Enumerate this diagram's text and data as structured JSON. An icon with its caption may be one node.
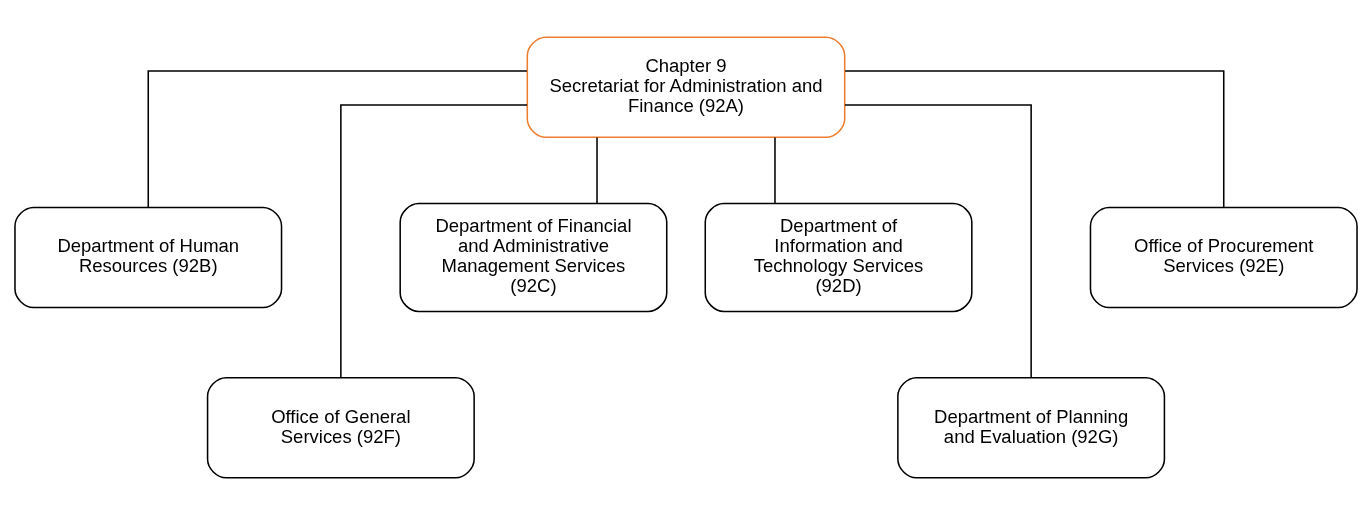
{
  "diagram": {
    "nodes": [
      {
        "text": [
          "Chapter 9",
          "Secretariat for Administration and Finance (92A)"
        ]
      },
      {
        "text": [
          "Department of Human Resources (92B)"
        ]
      },
      {
        "text": [
          "Office of General Services (92F)"
        ]
      },
      {
        "text": [
          "Department of Financial and Administrative Management Services (92C)"
        ]
      },
      {
        "text": [
          "Department of Information and Technology Services (92D)"
        ]
      },
      {
        "text": [
          "Department of Planning and Evaluation (92G)"
        ]
      },
      {
        "text": [
          "Office of Procurement Services (92E)"
        ]
      }
    ],
    "edges": [
      {
        "from": 0,
        "to": 1,
        "arrow": "none"
      },
      {
        "from": 0,
        "to": 2,
        "arrow": "none"
      },
      {
        "from": 0,
        "to": 3,
        "arrow": "none"
      },
      {
        "from": 0,
        "to": 4,
        "arrow": "none"
      },
      {
        "from": 0,
        "to": 5,
        "arrow": "none"
      },
      {
        "from": 0,
        "to": 6,
        "arrow": "none"
      }
    ]
  }
}
